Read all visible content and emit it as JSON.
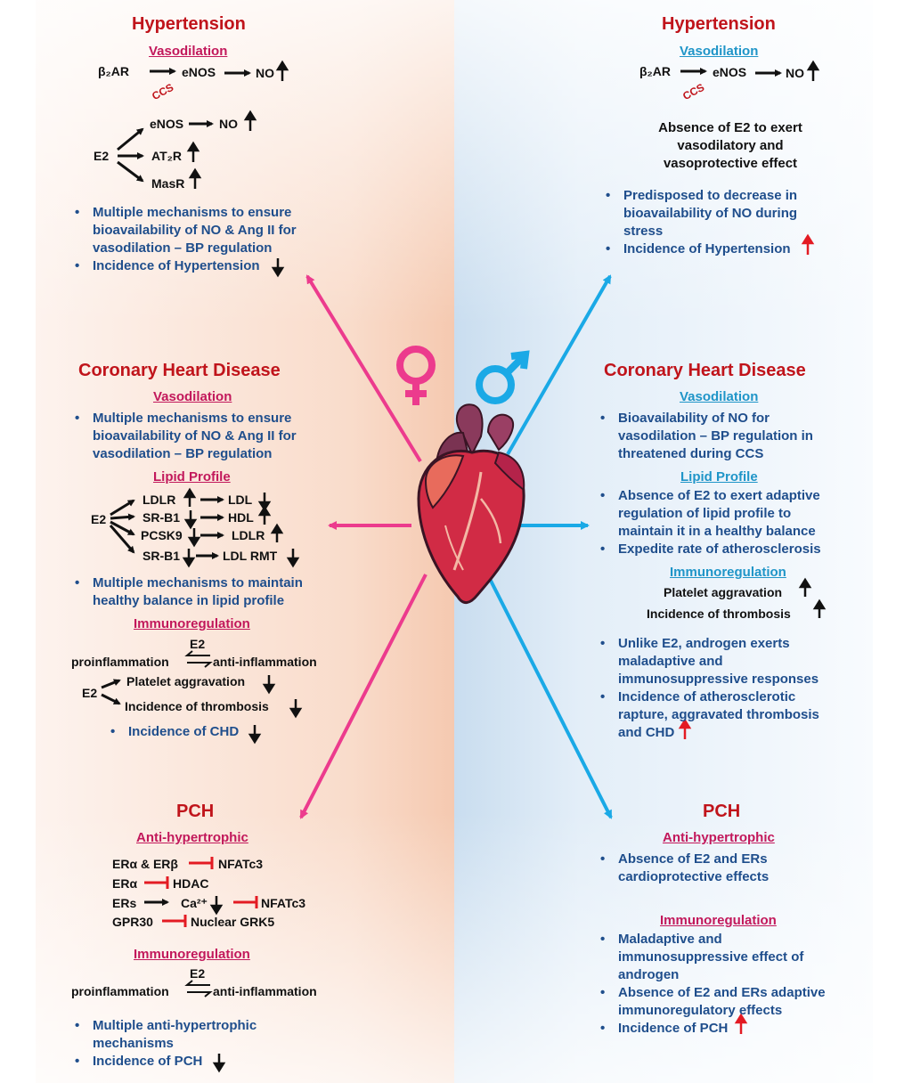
{
  "female": {
    "hypertension": {
      "title": "Hypertension",
      "section": "Vasodilation",
      "pathway": [
        "β₂AR",
        "eNOS",
        "NO"
      ],
      "pathway_cue": "CCS",
      "e2_source": "E2",
      "e2_targets": [
        "eNOS",
        "NO",
        "AT₂R",
        "MasR"
      ],
      "bullet1": "Multiple mechanisms to ensure bioavailability of NO & Ang II for vasodilation – BP regulation",
      "bullet2": "Incidence of Hypertension"
    },
    "chd": {
      "title": "Coronary Heart Disease",
      "vaso_section": "Vasodilation",
      "vaso_bullet": "Multiple mechanisms to ensure bioavailability of NO & Ang II for vasodilation – BP regulation",
      "lipid_section": "Lipid Profile",
      "lipid_source": "E2",
      "lipid_rows": [
        {
          "a": "LDLR",
          "b": "LDL"
        },
        {
          "a": "SR-B1",
          "b": "HDL"
        },
        {
          "a": "PCSK9",
          "b": "LDLR"
        },
        {
          "a": "SR-B1",
          "b": "LDL RMT"
        }
      ],
      "lipid_bullet": "Multiple mechanisms to maintain healthy balance in lipid profile",
      "immuno_section": "Immunoregulation",
      "equilibrium": {
        "left": "proinflammation",
        "right": "anti-inflammation",
        "mediator": "E2"
      },
      "platelet_source": "E2",
      "platelet": "Platelet aggravation",
      "thrombosis": "Incidence of thrombosis",
      "bullet": "Incidence of CHD"
    },
    "pch": {
      "title": "PCH",
      "anti_section": "Anti-hypertrophic",
      "inhibitions": [
        {
          "a": "ERα & ERβ",
          "b": "NFATc3"
        },
        {
          "a": "ERα",
          "b": "HDAC"
        },
        {
          "a": "ERs",
          "mid": "Ca²⁺",
          "b": "NFATc3"
        },
        {
          "a": "GPR30",
          "b": "Nuclear GRK5"
        }
      ],
      "immuno_section": "Immunoregulation",
      "equilibrium": {
        "left": "proinflammation",
        "right": "anti-inflammation",
        "mediator": "E2"
      },
      "bullet1": "Multiple anti-hypertrophic mechanisms",
      "bullet2": "Incidence of PCH"
    }
  },
  "male": {
    "hypertension": {
      "title": "Hypertension",
      "section": "Vasodilation",
      "pathway": [
        "β₂AR",
        "eNOS",
        "NO"
      ],
      "pathway_cue": "CCS",
      "statement": [
        "Absence of E2 to exert",
        "vasodilatory and",
        "vasoprotective effect"
      ],
      "bullet1": "Predisposed to decrease in bioavailability of NO during stress",
      "bullet2": "Incidence of Hypertension"
    },
    "chd": {
      "title": "Coronary Heart Disease",
      "vaso_section": "Vasodilation",
      "vaso_bullet": "Bioavailability of NO for vasodilation – BP regulation in threatened during CCS",
      "lipid_section": "Lipid Profile",
      "lipid_bullet1": "Absence of E2 to exert adaptive regulation of lipid profile to maintain it in a healthy balance",
      "lipid_bullet2": "Expedite rate of atherosclerosis",
      "immuno_section": "Immunoregulation",
      "platelet": "Platelet aggravation",
      "thrombosis": "Incidence of thrombosis",
      "bullet1": "Unlike E2, androgen exerts maladaptive and immunosuppressive responses",
      "bullet2": "Incidence of atherosclerotic rapture, aggravated thrombosis and CHD"
    },
    "pch": {
      "title": "PCH",
      "anti_section": "Anti-hypertrophic",
      "anti_bullet": "Absence of E2 and ERs cardioprotective effects",
      "immuno_section": "Immunoregulation",
      "bullet1": "Maladaptive and immunosuppressive effect of androgen",
      "bullet2": "Absence of E2 and ERs adaptive immunoregulatory effects",
      "bullet3": "Incidence of PCH"
    }
  },
  "colors": {
    "female": "#ec3b8d",
    "male": "#1aa9e6",
    "title": "#c0141b",
    "bullet": "#1f4e8c"
  }
}
